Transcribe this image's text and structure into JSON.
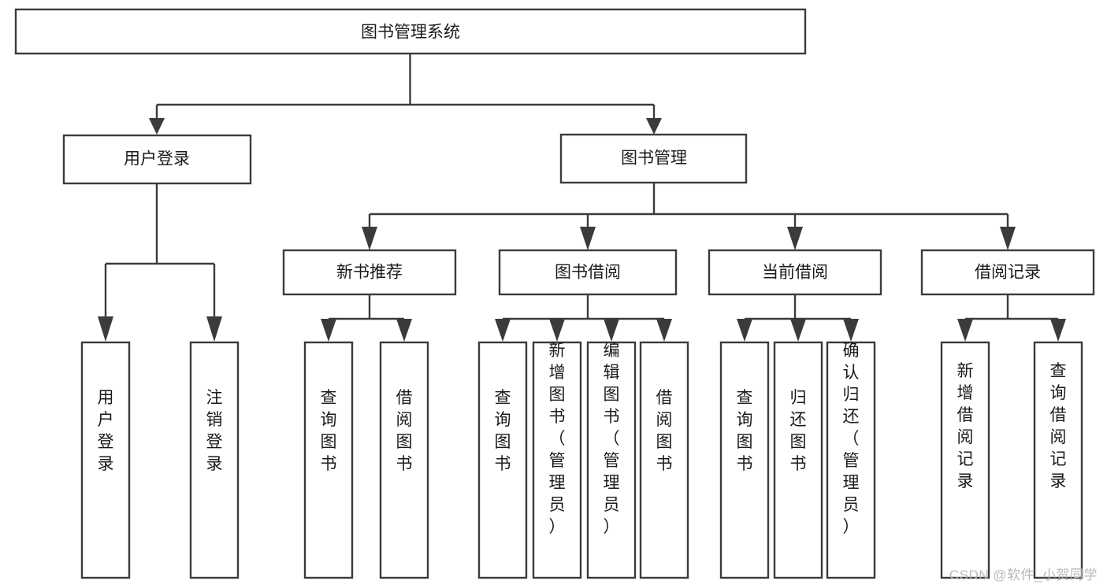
{
  "diagram": {
    "title": "图书管理系统",
    "type": "tree-hierarchy-diagram",
    "watermark": "CSDN @软件_小贺同学",
    "colors": {
      "background": "#ffffff",
      "box_fill": "#ffffff",
      "box_stroke": "#3b3b3b",
      "text": "#1a1a1a",
      "watermark": "#b8b8b8"
    },
    "nodes": {
      "root": {
        "label": "图书管理系统"
      },
      "level2": [
        {
          "label": "用户登录"
        },
        {
          "label": "图书管理"
        }
      ],
      "level3": [
        {
          "label": "新书推荐"
        },
        {
          "label": "图书借阅"
        },
        {
          "label": "当前借阅"
        },
        {
          "label": "借阅记录"
        }
      ],
      "leaves_user_login": [
        {
          "label": "用户登录"
        },
        {
          "label": "注销登录"
        }
      ],
      "leaves_new_book": [
        {
          "label": "查询图书"
        },
        {
          "label": "借阅图书"
        }
      ],
      "leaves_borrow": [
        {
          "label": "查询图书"
        },
        {
          "label": "新增图书（管理员）"
        },
        {
          "label": "编辑图书（管理员）"
        },
        {
          "label": "借阅图书"
        }
      ],
      "leaves_current": [
        {
          "label": "查询图书"
        },
        {
          "label": "归还图书"
        },
        {
          "label": "确认归还（管理员）"
        }
      ],
      "leaves_records": [
        {
          "label": "新增借阅记录"
        },
        {
          "label": "查询借阅记录"
        }
      ]
    }
  }
}
